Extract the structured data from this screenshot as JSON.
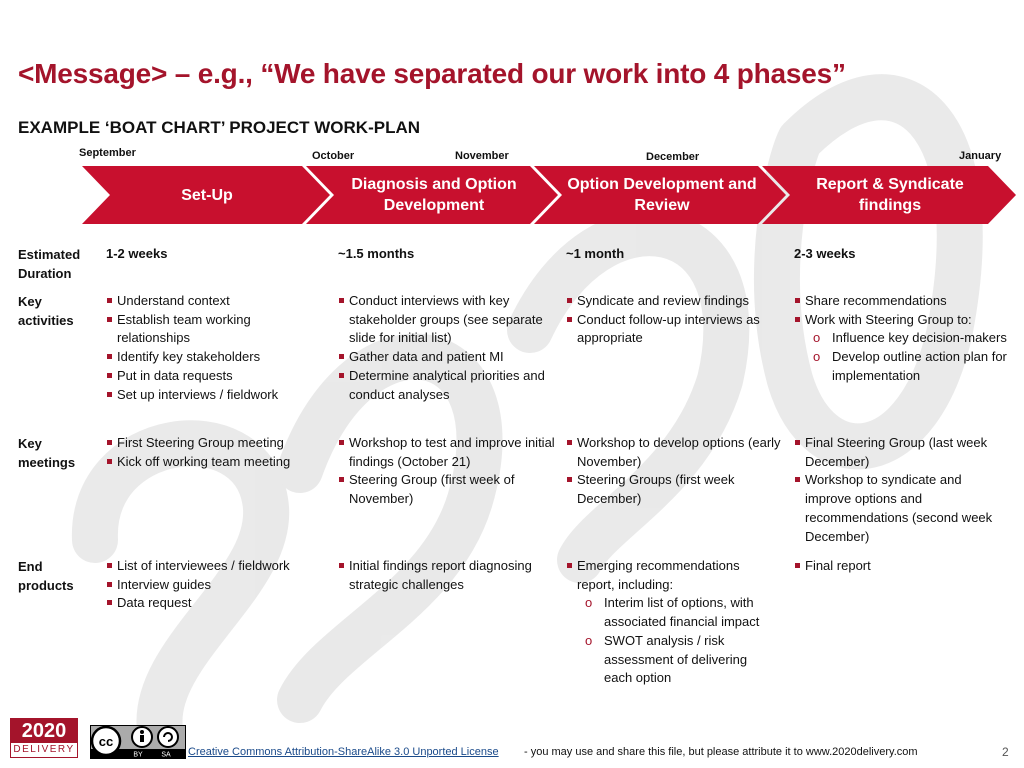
{
  "title": "<Message> – e.g., “We have separated our work into 4 phases”",
  "subtitle": "EXAMPLE ‘BOAT CHART’ PROJECT WORK-PLAN",
  "months": [
    "September",
    "October",
    "November",
    "December",
    "January"
  ],
  "phases": [
    "Set-Up",
    "Diagnosis and Option Development",
    "Option Development and Review",
    "Report & Syndicate findings"
  ],
  "row_labels": {
    "duration": "Estimated Duration",
    "activities": "Key activities",
    "meetings": "Key meetings",
    "products": "End products"
  },
  "duration": [
    "1-2 weeks",
    "~1.5 months",
    "~1 month",
    "2-3 weeks"
  ],
  "activities": {
    "setup": [
      "Understand context",
      "Establish team working relationships",
      "Identify key stakeholders",
      "Put in data requests",
      "Set up interviews / fieldwork"
    ],
    "diagnosis": [
      "Conduct interviews with key stakeholder groups (see separate slide for initial list)",
      "Gather data and patient MI",
      "Determine analytical priorities and conduct analyses"
    ],
    "review": [
      "Syndicate and review findings",
      "Conduct follow-up interviews as appropriate"
    ],
    "report": [
      "Share recommendations",
      "Work with Steering Group to:"
    ],
    "report_sub": [
      "Influence key decision-makers",
      "Develop outline action plan for implementation"
    ]
  },
  "meetings": {
    "setup": [
      "First Steering Group meeting",
      "Kick off working team meeting"
    ],
    "diagnosis": [
      "Workshop to test and improve initial findings (October 21)",
      "Steering Group (first week of November)"
    ],
    "review": [
      "Workshop to develop options (early November)",
      "Steering Groups (first week December)"
    ],
    "report": [
      "Final Steering Group (last week December)",
      "Workshop to syndicate and improve  options and recommendations (second week December)"
    ]
  },
  "products": {
    "setup": [
      "List of interviewees / fieldwork",
      "Interview guides",
      "Data request"
    ],
    "diagnosis": [
      "Initial findings report diagnosing strategic challenges"
    ],
    "review": [
      "Emerging recommendations report, including:"
    ],
    "review_sub": [
      "Interim list of options, with associated financial impact",
      "SWOT analysis / risk assessment of delivering each option"
    ],
    "report": [
      "Final report"
    ]
  },
  "footer": {
    "logo_top": "2020",
    "logo_bottom": "DELIVERY",
    "cc_by": "BY",
    "cc_sa": "SA",
    "license_link": "Creative Commons Attribution-ShareAlike 3.0 Unported License",
    "license_text": " - you may use and share this file, but please attribute it to www.2020delivery.com",
    "page": "2"
  },
  "colors": {
    "accent": "#c8102e",
    "title": "#a4142b",
    "watermark": "#e5e5e5"
  }
}
